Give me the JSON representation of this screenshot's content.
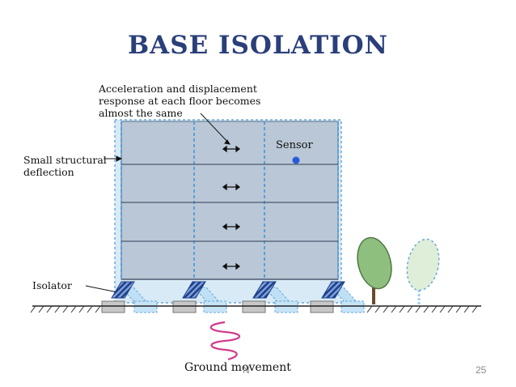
{
  "slide": {
    "title": "BASE ISOLATION",
    "page_number": "25",
    "footer_text": "N"
  },
  "diagram": {
    "annotations": {
      "response": "Acceleration and displacement\nresponse at each floor becomes\nalmost the same",
      "deflection": "Small structural\ndeflection",
      "sensor": "Sensor",
      "isolator": "Isolator",
      "ground": "Ground movement"
    },
    "colors": {
      "building_fill": "#b9c7d6",
      "building_ghost": "#cfe4f3",
      "isolator_stripes": "#1f3f8a",
      "sensor_dot": "#2a5bd7",
      "tree": "#8fbf7e",
      "tree_ghost": "#cde6c4",
      "ground_wave": "#d33a8c"
    }
  }
}
